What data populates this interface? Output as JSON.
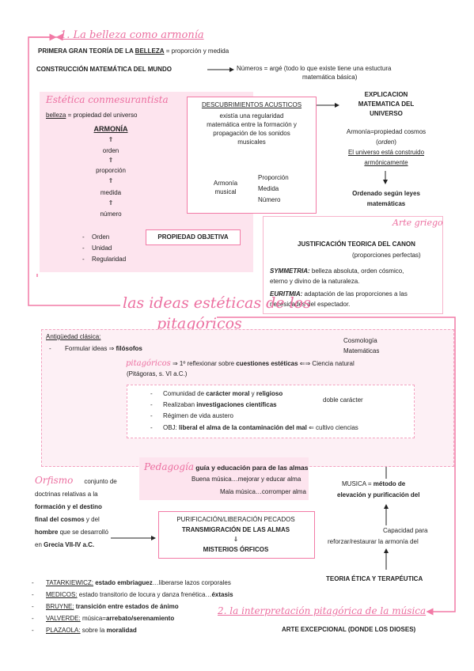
{
  "s1": {
    "title": "1. La belleza como armonía",
    "primera_pre": "PRIMERA GRAN TEORÍA DE LA ",
    "primera_belleza": "BELLEZA",
    "primera_post": " = proporción y medida",
    "construccion": "CONSTRUCCIÓN MATEMÁTICA DEL MUNDO",
    "numeros_1": "Números = argé (todo lo que existe tiene una estuctura",
    "numeros_2": "matemática básica)"
  },
  "estetica": {
    "title": "Estética conmesurantista",
    "belleza": "belleza",
    "belleza_def": " = propiedad del universo",
    "armonia": "ARMONÍA",
    "arrow": "⇑",
    "chain": [
      "orden",
      "proporción",
      "medida",
      "número"
    ],
    "list": [
      "Orden",
      "Unidad",
      "Regularidad"
    ],
    "propiedad": "PROPIEDAD OBJETIVA"
  },
  "acusticos": {
    "title": "DESCUBRIMIENTOS ACUSTICOS",
    "lines": [
      "existía una regularidad",
      "matemática entre la formación y",
      "propagación de los sonidos",
      "musicales"
    ],
    "armonia_1": "Armonía",
    "armonia_2": "musical",
    "items": [
      "Proporción",
      "Medida",
      "Número"
    ]
  },
  "explicacion": {
    "title_lines": [
      "EXPLICACION",
      "MATEMATICA DEL",
      "UNIVERSO"
    ],
    "armonia_pre": "Armonía=propiedad cosmos",
    "orden": "orden",
    "universo_1": "El universo está construido",
    "universo_2": "armónicamente",
    "ordenado_1": "Ordenado según leyes",
    "ordenado_2": "matemáticas"
  },
  "arte_griego": {
    "title": "Arte griego",
    "just": "JUSTIFICACIÓN TEORICA DEL CANON",
    "prop": "(proporciones perfectas)",
    "sym_label": "SYMMETRIA:",
    "sym_1": " belleza absoluta, orden cósmico,",
    "sym_2": "eterno y divino de la naturaleza.",
    "eur_label": "EURITMIA:",
    "eur_1": " adaptación de las proporciones a las",
    "eur_2": "necesidades del espectador."
  },
  "ideas": {
    "title_1": "las ideas estéticas de los",
    "title_2": "pitagóricos"
  },
  "antiguedad": {
    "title": "Antigüedad clásica:",
    "formular_pre": "Formular ideas ⇒ ",
    "formular_bold": "filósofos",
    "cosmo": "Cosmología",
    "mate": "Matemáticas",
    "pitag_label": "pitagóricos",
    "pitag_pre": " ⇒ 1º reflexionar sobre ",
    "pitag_bold": "cuestiones estéticas",
    "pitag_post": " ⇐⇒ Ciencia natural",
    "pitag_sub": "(Pitágoras, s. VI a.C.)",
    "c1_pre": "Comunidad de ",
    "c1_b1": "carácter moral",
    "c1_mid": " y ",
    "c1_b2": "religioso",
    "c2_pre": "Realizaban ",
    "c2_b": "investigaciones científicas",
    "c3": "Régimen de vida austero",
    "c4_pre": "OBJ: ",
    "c4_b": "liberal el alma de la contaminación del mal",
    "c4_post": " ⇐ cultivo ciencias",
    "doble": "doble carácter"
  },
  "pedagogia": {
    "label": "Pedagogía",
    "title": "guía y educación para de las almas",
    "line1": "Buena música…mejorar y educar alma",
    "line2": "Mala música…corromper alma"
  },
  "orfismo": {
    "label": "Orfismo",
    "l1": "conjunto de",
    "l2": "doctrinas relativas a la",
    "l3": "formación y el destino",
    "l4_b": "final del cosmos",
    "l4_post": " y del",
    "l5_b": "hombre",
    "l5_post": " que se desarrolló",
    "l6_pre": "en ",
    "l6_b": "Grecia VII-IV a.C."
  },
  "purif": {
    "l1": "PURIFICACIÓN/LIBERACIÓN PECADOS",
    "l2": "TRANSMIGRACIÓN DE LAS ALMAS",
    "arrow": "⇓",
    "l3": "MISTERIOS ÓRFICOS"
  },
  "musica": {
    "l1_pre": "MUSICA = ",
    "l1_b": "método de",
    "l2_b": "elevación y purificación del",
    "cap_1": "Capacidad para",
    "cap_2": "reforzar/restaurar la armonía del",
    "teoria": "TEORIA ÉTICA Y TERAPÉUTICA"
  },
  "autores": [
    {
      "name": "TATARKIEWICZ:",
      "bold": " estado embriaguez",
      "rest": "…liberarse lazos corporales"
    },
    {
      "name": "MEDICOS:",
      "pre": " estado transitorio de locura y danza frenética…",
      "bold": "éxtasis"
    },
    {
      "name": "BRUYNE:",
      "bold": " transición entre estados de ánimo"
    },
    {
      "name": "VALVERDE:",
      "pre": " música=",
      "bold": "arrebato/serenamiento"
    },
    {
      "name": "PLAZAOLA:",
      "pre": " sobre la ",
      "bold": "moralidad"
    }
  ],
  "s2": {
    "title": "2. la interpretación pitagórica de la música",
    "arte": "ARTE EXCEPCIONAL (DONDE LOS DIOSES)"
  },
  "bullet": "-",
  "colors": {
    "pink": "#f27aa6",
    "pink_light": "#fde4ee",
    "pink_hand": "#ec6fa0"
  }
}
